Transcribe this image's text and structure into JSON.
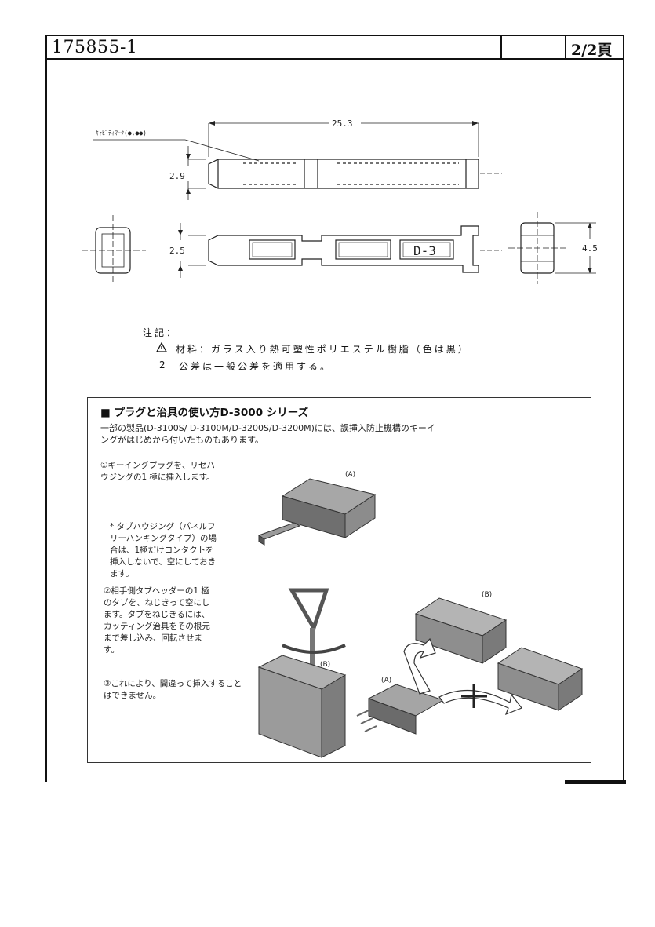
{
  "header": {
    "part_number": "175855-1",
    "page": "2/2頁"
  },
  "drawing": {
    "cavity_mark_label": "ｷｬﾋﾞﾃｨﾏｰｸ(●,●●)",
    "dim_length": "25.3",
    "dim_top_height": "2.9",
    "dim_side_height": "2.5",
    "dim_end_height": "4.5",
    "body_marking": "D-3"
  },
  "notes": {
    "heading": "注記：",
    "item1": "材料：ガラス入り熱可塑性ポリエステル樹脂（色は黒）",
    "item2_num": "2",
    "item2": "公差は一般公差を適用する。"
  },
  "panel": {
    "title": "■ プラグと治具の使い方D-3000 シリーズ",
    "subtitle": "一部の製品(D-3100S/ D-3100M/D-3200S/D-3200M)には、誤挿入防止機構のキーイングがはじめから付いたものもあります。",
    "step1": "①キーイングプラグを、リセハウジングの1 極に挿入します。",
    "note1": "* タブハウジング（パネルフリーハンキングタイプ）の場合は、1極だけコンタクトを挿入しないで、空にしておきます。",
    "step2": "②相手側タブヘッダーの1 極のタブを、ねじきって空にします。タブをねじきるには、カッティング治具をその根元まで差し込み、回転させます。",
    "step3": "③これにより、間違って挿入することはできません。",
    "label_a1": "(A)",
    "label_a2": "(A)",
    "label_b1": "(B)",
    "label_b2": "(B)"
  }
}
